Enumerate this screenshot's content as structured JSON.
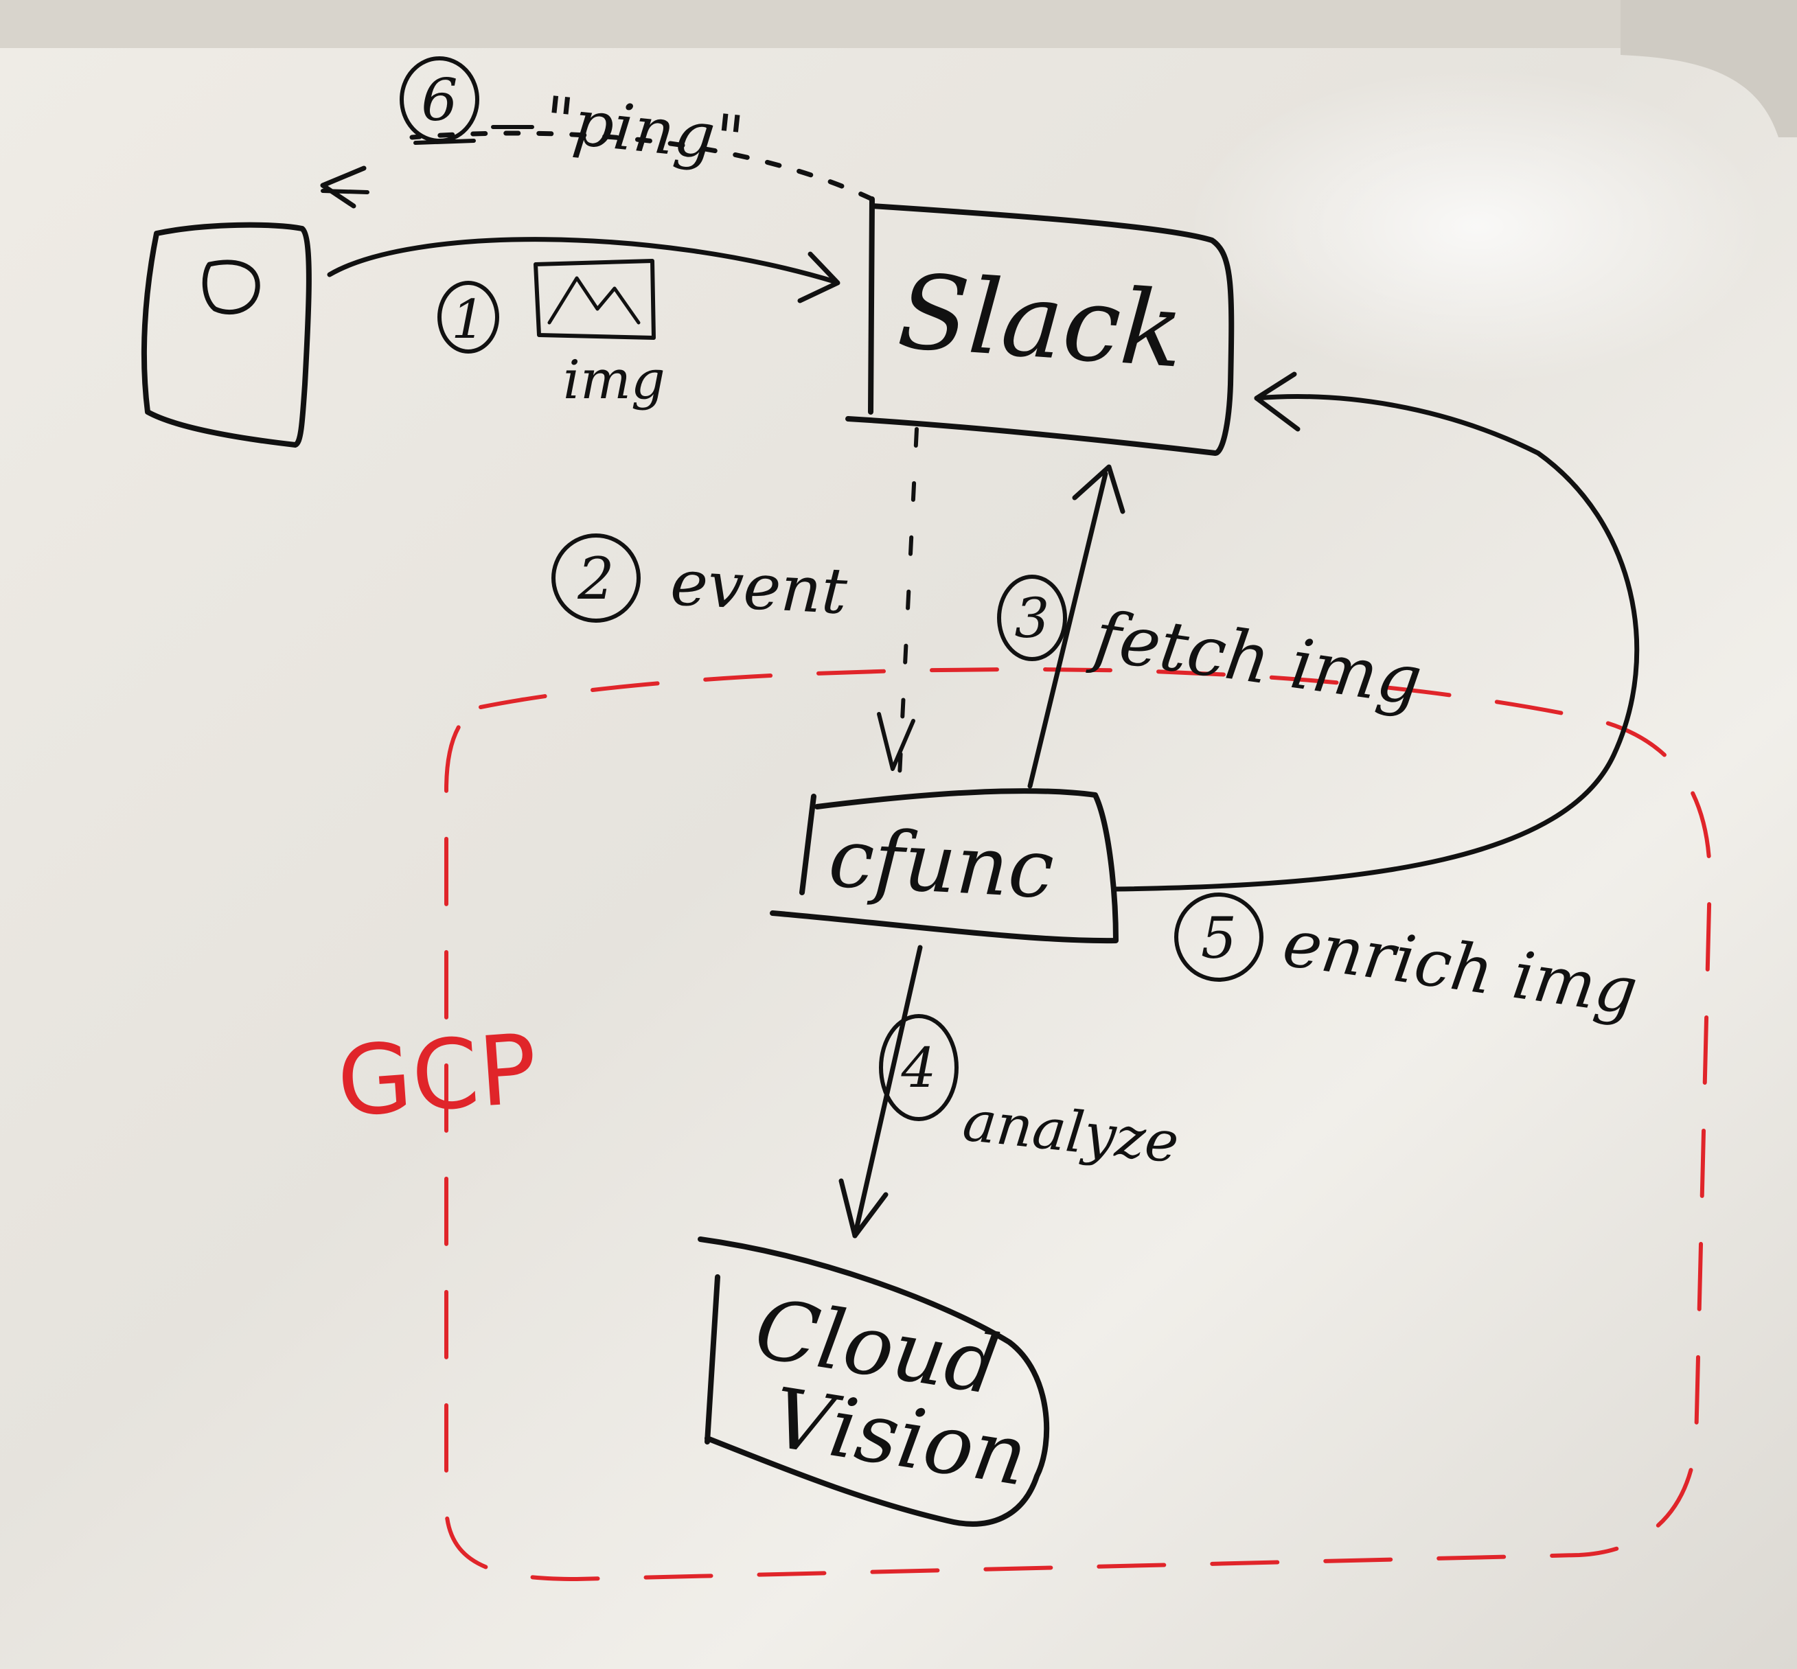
{
  "nodes": {
    "phone": {
      "label": ""
    },
    "slack": {
      "label": "Slack"
    },
    "cfunc": {
      "label": "cfunc"
    },
    "cloud_vision": {
      "line1": "Cloud",
      "line2": "Vision"
    }
  },
  "region": {
    "label": "GCP"
  },
  "steps": [
    {
      "number": "1",
      "label": "img"
    },
    {
      "number": "2",
      "label": "event"
    },
    {
      "number": "3",
      "label": "fetch img"
    },
    {
      "number": "4",
      "label": "analyze"
    },
    {
      "number": "5",
      "label": "enrich img"
    },
    {
      "number": "6",
      "label": "\"ping\""
    }
  ],
  "colors": {
    "board": "#ece9e3",
    "ink": "#111111",
    "region": "#e0252a"
  }
}
